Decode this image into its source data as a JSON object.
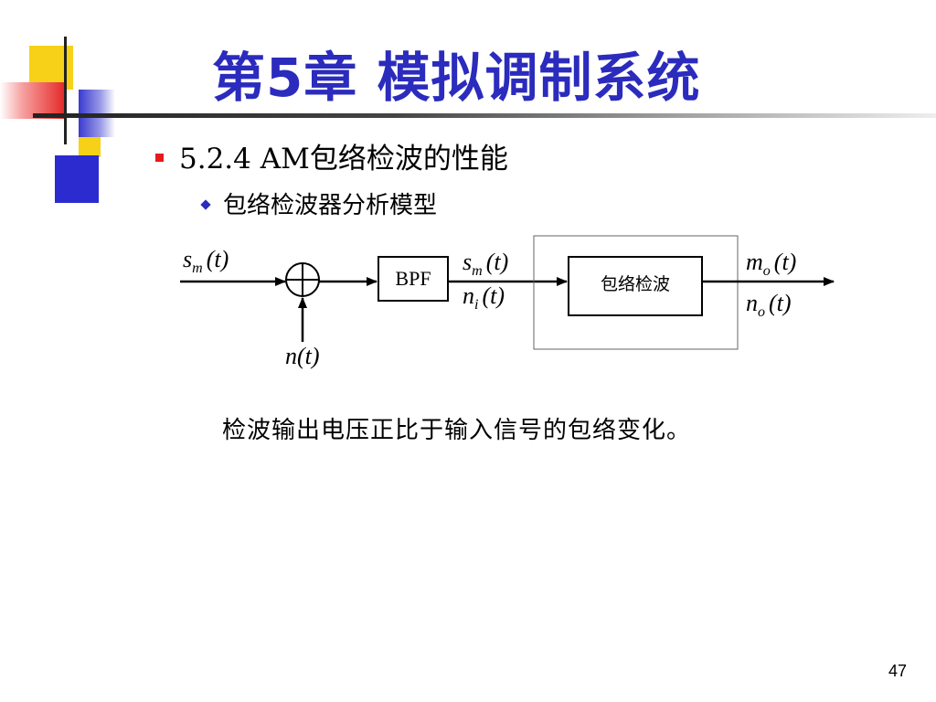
{
  "slide": {
    "title": "第5章 模拟调制系统",
    "bullet_level1": "5.2.4 AM包络检波的性能",
    "bullet_level2": "包络检波器分析模型",
    "caption": "检波输出电压正比于输入信号的包络变化。",
    "page_number": "47",
    "accent_color": "#2b2bbd"
  },
  "diagram": {
    "input_signal": {
      "main": "s",
      "sub": "m",
      "arg": "(t)"
    },
    "noise_input": {
      "main": "n",
      "arg": "(t)"
    },
    "bpf_label": "BPF",
    "bpf_output_signal": {
      "main": "s",
      "sub": "m",
      "arg": "(t)"
    },
    "bpf_output_noise": {
      "main": "n",
      "sub": "i",
      "arg": "(t)"
    },
    "detector_label": "包络检波",
    "output_signal": {
      "main": "m",
      "sub": "o",
      "arg": "(t)"
    },
    "output_noise": {
      "main": "n",
      "sub": "o",
      "arg": "(t)"
    }
  }
}
